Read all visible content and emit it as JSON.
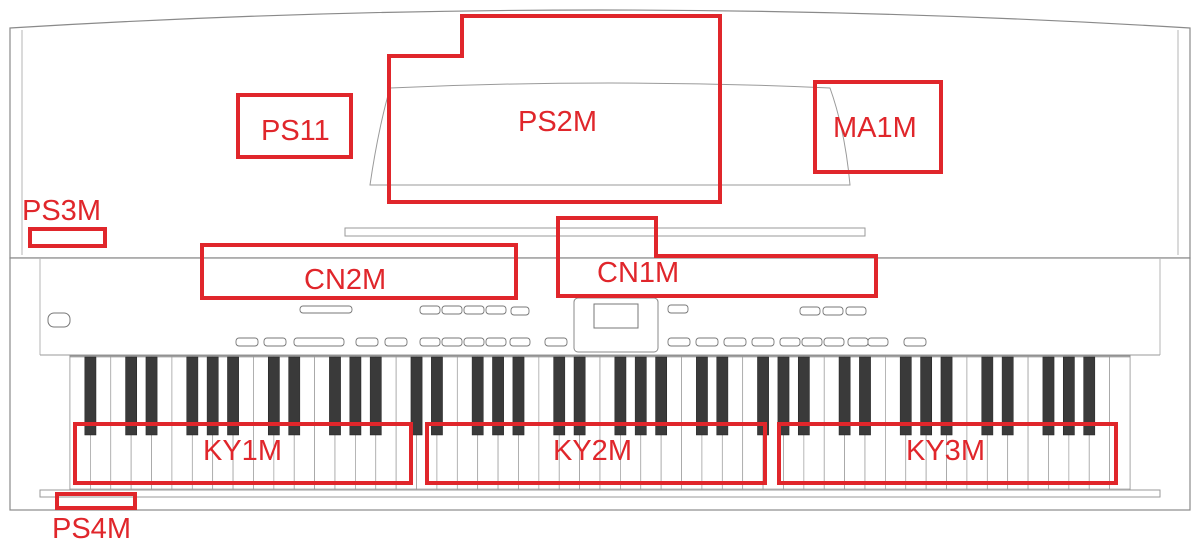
{
  "diagram": {
    "title": "",
    "callouts": {
      "ps11": "PS11",
      "ps2m": "PS2M",
      "ma1m": "MA1M",
      "ps3m": "PS3M",
      "cn2m": "CN2M",
      "cn1m": "CN1M",
      "ky1m": "KY1M",
      "ky2m": "KY2M",
      "ky3m": "KY3M",
      "ps4m": "PS4M"
    },
    "colors": {
      "callout": "#e0262b",
      "outline": "#8a8a8a",
      "black_key": "#3a3a3a"
    }
  }
}
